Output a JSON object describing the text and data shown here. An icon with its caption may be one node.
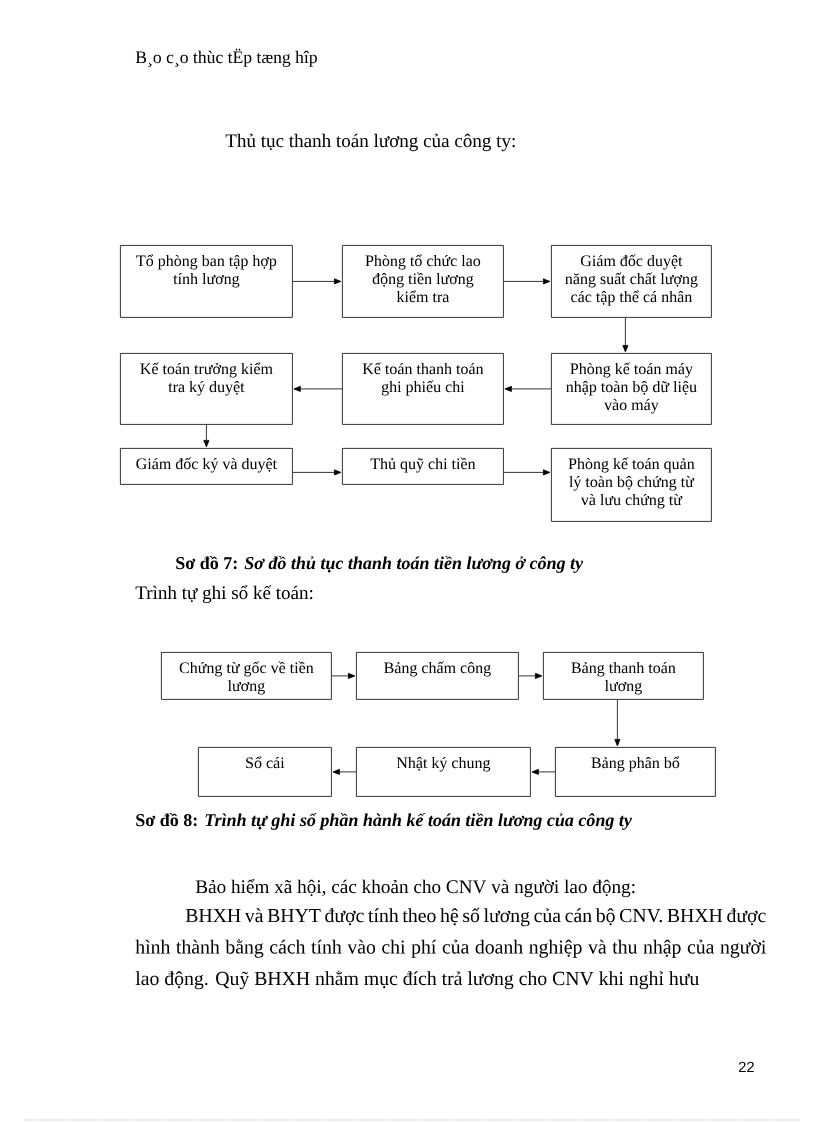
{
  "diagram": {
    "nodes": [
      {
        "text": [
          "Tổ phòng ban tập hợp tính lương"
        ]
      },
      {
        "text": [
          "Phòng tổ chức lao động tiền lương kiểm tra"
        ]
      },
      {
        "text": [
          "Giám đốc duyệt năng suất chất lượng các tập thể cá nhân"
        ]
      },
      {
        "text": [
          "Kế toán trưởng kiểm tra ký duyệt"
        ]
      },
      {
        "text": [
          "Kế toán thanh toán ghi phiếu chi"
        ]
      },
      {
        "text": [
          "Phòng kế toán máy nhập toàn bộ dữ liệu vào máy"
        ]
      },
      {
        "text": [
          "Giám đốc ký và duyệt"
        ]
      },
      {
        "text": [
          "Thủ quỹ chi tiền"
        ]
      },
      {
        "text": [
          "Phòng kế toán quản lý toàn bộ chứng từ và lưu chứng từ"
        ]
      },
      {
        "text": [
          "Chứng từ gốc về tiền lương"
        ]
      },
      {
        "text": [
          "Bảng chấm công"
        ]
      },
      {
        "text": [
          "Bảng thanh toán lương"
        ]
      },
      {
        "text": [
          "Sổ cái"
        ]
      },
      {
        "text": [
          "Nhật ký chung"
        ]
      },
      {
        "text": [
          "Bảng phân bổ"
        ]
      }
    ],
    "edges": [
      {
        "from": 0,
        "to": 1,
        "arrow": "to"
      },
      {
        "from": 1,
        "to": 2,
        "arrow": "to"
      },
      {
        "from": 2,
        "to": 5,
        "arrow": "to"
      },
      {
        "from": 5,
        "to": 4,
        "arrow": "to"
      },
      {
        "from": 4,
        "to": 3,
        "arrow": "to"
      },
      {
        "from": 3,
        "to": 6,
        "arrow": "to"
      },
      {
        "from": 6,
        "to": 7,
        "arrow": "to"
      },
      {
        "from": 7,
        "to": 8,
        "arrow": "to"
      },
      {
        "from": 9,
        "to": 10,
        "arrow": "to"
      },
      {
        "from": 10,
        "to": 11,
        "arrow": "to"
      },
      {
        "from": 11,
        "to": 14,
        "arrow": "to"
      },
      {
        "from": 14,
        "to": 13,
        "arrow": "to"
      },
      {
        "from": 13,
        "to": 12,
        "arrow": "to"
      }
    ],
    "labels": [
      "B¸o c¸o thùc tËp tæng hîp",
      "Thủ tục thanh toán lương của công ty:",
      "Sơ đồ 7: *Sơ đồ thủ tục thanh toán tiền lương ở công ty*",
      "Trình tự ghi sổ kế toán:",
      "Sơ đồ 8: *Trình tự ghi sổ phần hành kế toán tiền lương của công ty*",
      "Bảo hiểm xã hội, các khoản cho CNV và người lao động:",
      "BHXH và BHYT được tính theo hệ số lương của cán bộ CNV. BHXH được hình thành bằng cách tính vào chi phí của doanh nghiệp và thu nhập của người lao động. Quỹ BHXH nhằm mục đích trả lương cho CNV khi nghỉ hưu",
      "22"
    ]
  }
}
